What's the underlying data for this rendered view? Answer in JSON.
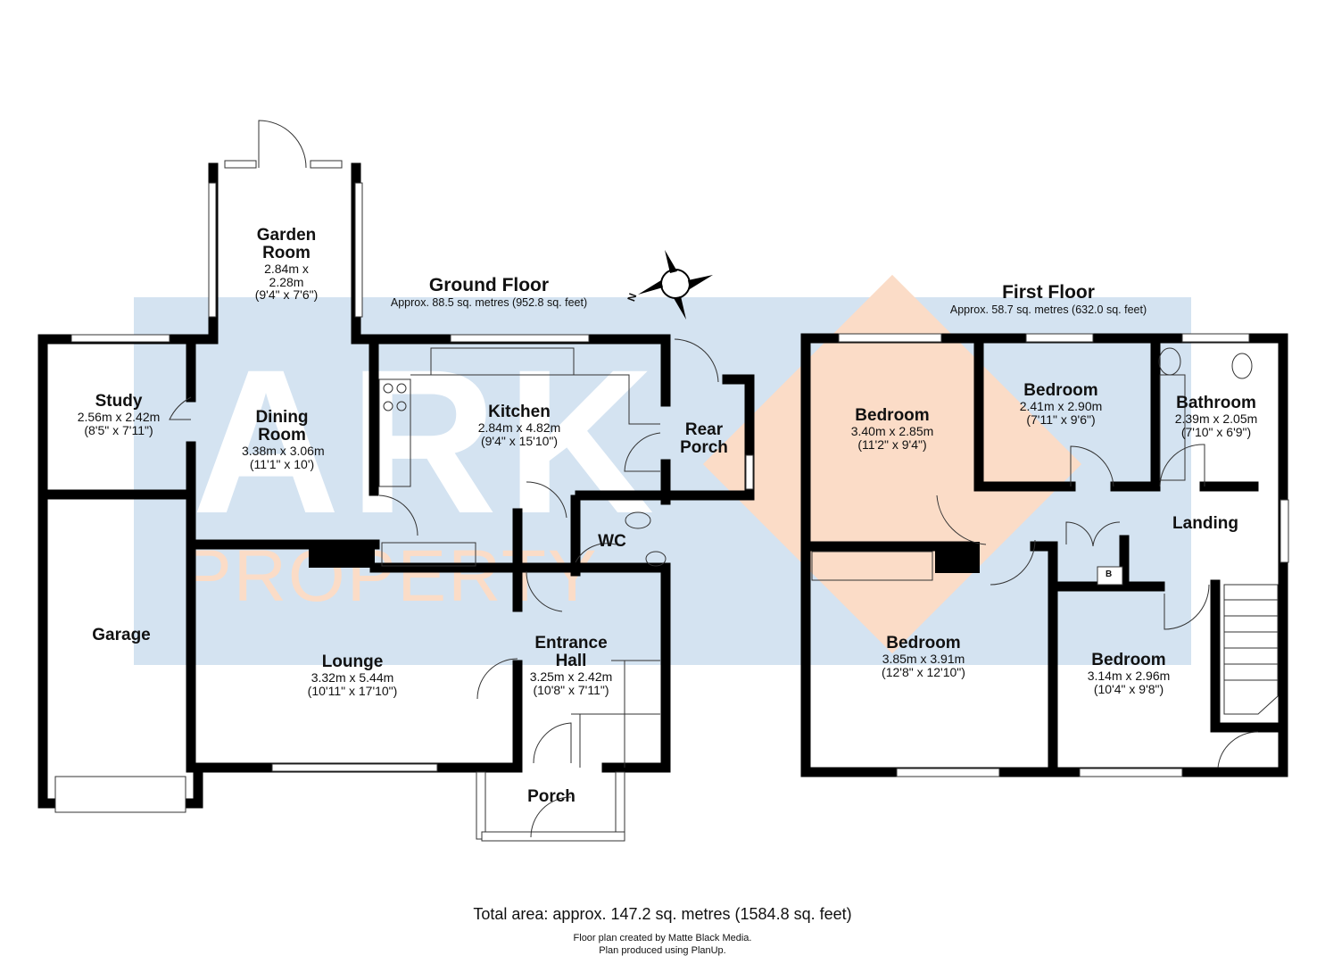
{
  "watermark": {
    "brand_top": "ARK",
    "brand_bottom": "PROPERTY",
    "blue": "#d4e3f1",
    "orange": "#fbdcc7"
  },
  "compass": {
    "label": "N"
  },
  "ground_floor": {
    "title": "Ground Floor",
    "area": "Approx. 88.5 sq. metres (952.8 sq. feet)",
    "rooms": [
      {
        "name": "Garden Room",
        "name2": "",
        "metric": "2.84m x 2.28m",
        "imperial": "(9'4\" x 7'6\")"
      },
      {
        "name": "Study",
        "metric": "2.56m x 2.42m",
        "imperial": "(8'5\" x 7'11\")"
      },
      {
        "name": "Dining Room",
        "metric": "3.38m x 3.06m",
        "imperial": "(11'1\" x 10')"
      },
      {
        "name": "Kitchen",
        "metric": "2.84m x 4.82m",
        "imperial": "(9'4\" x 15'10\")"
      },
      {
        "name": "Rear Porch",
        "metric": "",
        "imperial": ""
      },
      {
        "name": "WC",
        "metric": "",
        "imperial": ""
      },
      {
        "name": "Garage",
        "metric": "",
        "imperial": ""
      },
      {
        "name": "Lounge",
        "metric": "3.32m x 5.44m",
        "imperial": "(10'11\" x 17'10\")"
      },
      {
        "name": "Entrance Hall",
        "metric": "3.25m x 2.42m",
        "imperial": "(10'8\" x 7'11\")"
      },
      {
        "name": "Porch",
        "metric": "",
        "imperial": ""
      }
    ]
  },
  "first_floor": {
    "title": "First Floor",
    "area": "Approx. 58.7 sq. metres (632.0 sq. feet)",
    "boiler_label": "B",
    "rooms": [
      {
        "name": "Bedroom",
        "metric": "3.40m x 2.85m",
        "imperial": "(11'2\" x 9'4\")"
      },
      {
        "name": "Bedroom",
        "metric": "2.41m x 2.90m",
        "imperial": "(7'11\" x 9'6\")"
      },
      {
        "name": "Bathroom",
        "metric": "2.39m x 2.05m",
        "imperial": "(7'10\" x 6'9\")"
      },
      {
        "name": "Landing",
        "metric": "",
        "imperial": ""
      },
      {
        "name": "Bedroom",
        "metric": "3.85m x 3.91m",
        "imperial": "(12'8\" x 12'10\")"
      },
      {
        "name": "Bedroom",
        "metric": "3.14m x 2.96m",
        "imperial": "(10'4\" x 9'8\")"
      }
    ]
  },
  "footer": {
    "total": "Total area: approx. 147.2 sq. metres (1584.8 sq. feet)",
    "credit1": "Floor plan created by Matte Black Media.",
    "credit2": "Plan produced using PlanUp."
  }
}
